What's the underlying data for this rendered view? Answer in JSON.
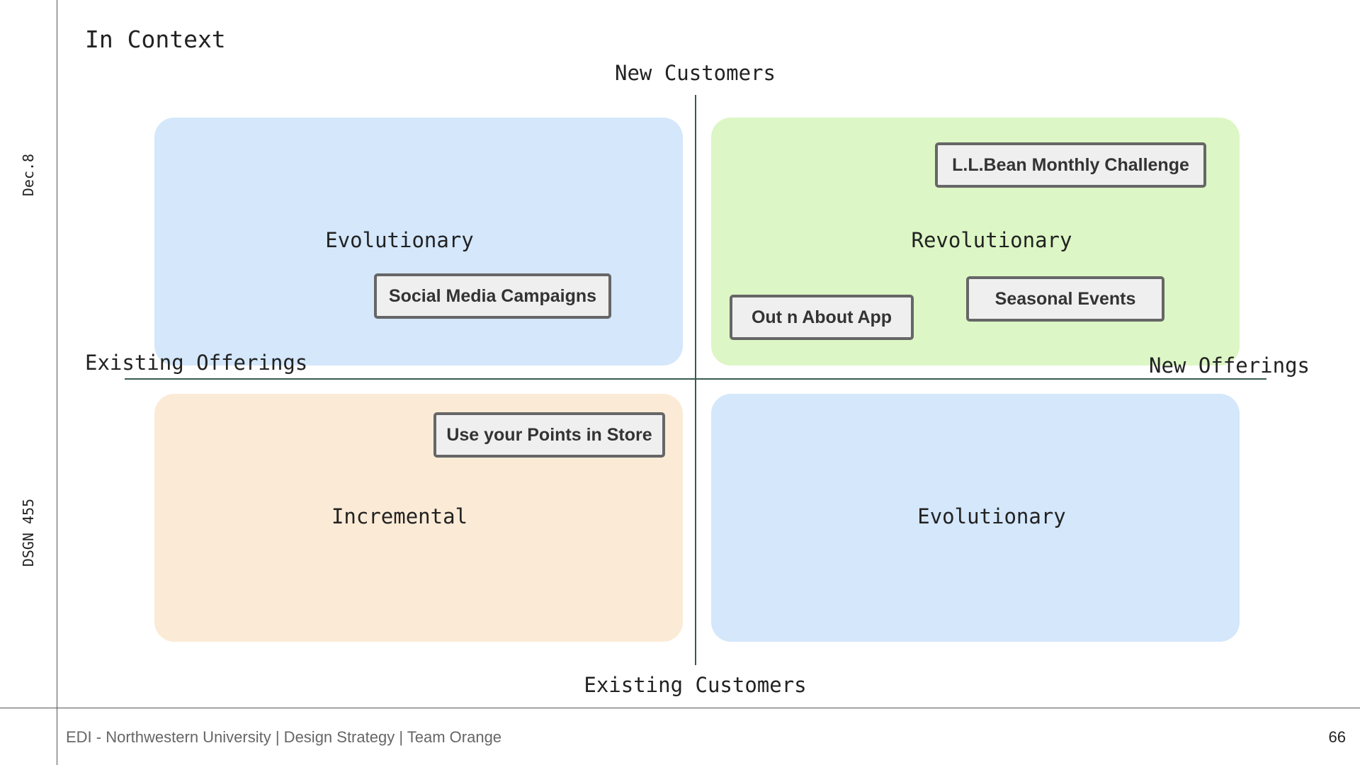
{
  "sidebar": {
    "date": "Dec.8",
    "course": "DSGN 455"
  },
  "title": "In Context",
  "axes": {
    "top": "New Customers",
    "bottom": "Existing Customers",
    "left": "Existing Offerings",
    "right": "New Offerings"
  },
  "quadrants": {
    "top_left": {
      "label": "Evolutionary",
      "color": "#d4e7fb"
    },
    "top_right": {
      "label": "Revolutionary",
      "color": "#dcf6c5"
    },
    "bottom_left": {
      "label": "Incremental",
      "color": "#fbebd6"
    },
    "bottom_right": {
      "label": "Evolutionary",
      "color": "#d4e7fb"
    }
  },
  "tags": {
    "social": "Social Media Campaigns",
    "llbean": "L.L.Bean Monthly Challenge",
    "outn": "Out n About App",
    "seasonal": "Seasonal Events",
    "points": "Use your Points in Store"
  },
  "footer": {
    "text": "EDI - Northwestern University | Design Strategy | Team Orange",
    "page": "66"
  }
}
